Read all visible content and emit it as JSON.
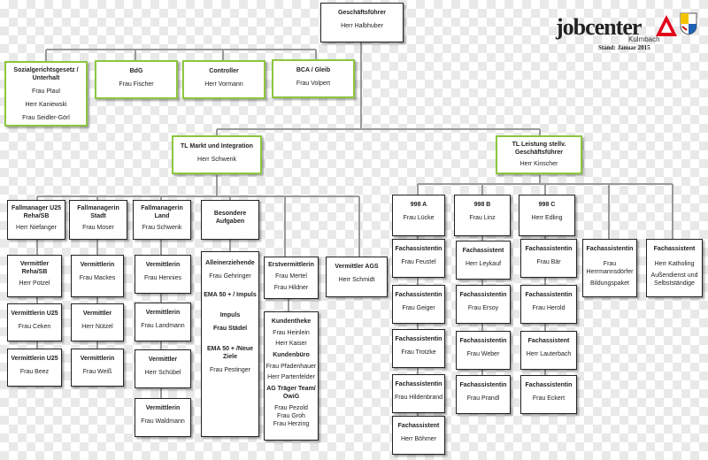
{
  "logo": {
    "brand": "jobcenter",
    "sub": "Kulmbach",
    "stand": "Stand: Januar 2015"
  },
  "top": {
    "title": "Geschäftsführer",
    "name": "Herr  Halbhuber"
  },
  "staff": [
    {
      "title": "Sozialgerichtsgesetz / Unterhalt",
      "names": [
        "Frau Plaul",
        "Herr Kaniewski",
        "Frau Seidler-Görl"
      ]
    },
    {
      "title": "BdG",
      "names": [
        "Frau Fischer"
      ]
    },
    {
      "title": "Controller",
      "names": [
        "Herr Vormann"
      ]
    },
    {
      "title": "BCA / Gleib",
      "names": [
        "Frau Volpert"
      ]
    }
  ],
  "tl_markt": {
    "title": "TL Markt und Integration",
    "name": "Herr Schwenk"
  },
  "tl_leistung": {
    "title": "TL Leistung stellv. Geschäftsführer",
    "name": "Herr Kinscher"
  },
  "markt_heads": [
    {
      "title": "Fallmanager U25 Reha/SB",
      "name": "Herr Niefanger"
    },
    {
      "title": "Fallmanagerin Stadt",
      "name": "Frau Moser"
    },
    {
      "title": "Fallmanagerin Land",
      "name": "Frau Schwenk"
    },
    {
      "title": "Besondere Aufgaben",
      "name": ""
    }
  ],
  "col1": [
    {
      "title": "Vermittler Reha/SB",
      "name": "Herr Potzel"
    },
    {
      "title": "Vermittlerin U25",
      "name": "Frau Ceken"
    },
    {
      "title": "Vermittlerin U25",
      "name": "Frau Beez"
    }
  ],
  "col2": [
    {
      "title": "Vermittlerin",
      "name": "Frau Mackes"
    },
    {
      "title": "Vermittler",
      "name": "Herr Nützel"
    },
    {
      "title": "Vermittlerin",
      "name": "Frau Weiß"
    }
  ],
  "col3": [
    {
      "title": "Vermittlerin",
      "name": "Frau Hennies"
    },
    {
      "title": "Vermittlerin",
      "name": "Frau Landmann"
    },
    {
      "title": "Vermittler",
      "name": "Herr Schübel"
    },
    {
      "title": "Vermittlerin",
      "name": "Frau Waldmann"
    }
  ],
  "besondere": {
    "lines": [
      {
        "text": "Alleinerziehende",
        "bold": true
      },
      {
        "text": "Frau Gehringer",
        "bold": false
      },
      {
        "text": "EMA 50 + / Impuls",
        "bold": true
      },
      {
        "text": "Impuls",
        "bold": true
      },
      {
        "text": "Frau Städel",
        "bold": true
      },
      {
        "text": "EMA 50 + /Neue Ziele",
        "bold": true
      },
      {
        "text": "Frau Pestinger",
        "bold": false
      }
    ]
  },
  "erst": {
    "title": "Erstvermittlerin",
    "names": [
      "Frau Mertel",
      "Frau Hildner"
    ]
  },
  "kunden": {
    "lines": [
      {
        "text": "Kundentheke",
        "bold": true
      },
      {
        "text": "Frau Heinlein",
        "bold": false
      },
      {
        "text": "Herr Kaiser",
        "bold": false
      },
      {
        "text": "Kundenbüro",
        "bold": true
      },
      {
        "text": "Frau Pfadenhauer",
        "bold": false
      },
      {
        "text": "Herr  Partenfelder",
        "bold": false
      },
      {
        "text": "AG Träger Team/ OwiG",
        "bold": true
      },
      {
        "text": "Frau  Pezold",
        "bold": false
      },
      {
        "text": "Frau  Groh",
        "bold": false
      },
      {
        "text": "Frau Herzing",
        "bold": false
      }
    ]
  },
  "ags": {
    "title": "Vermittler AGS",
    "name": "Herr Schmidt"
  },
  "teams": [
    {
      "title": "998 A",
      "name": "Frau Lücke"
    },
    {
      "title": "998 B",
      "name": "Frau Linz"
    },
    {
      "title": "998 C",
      "name": "Herr Edling"
    }
  ],
  "teamA": [
    {
      "title": "Fachassistentin",
      "name": "Frau Feustel"
    },
    {
      "title": "Fachassistentin",
      "name": "Frau Geiger"
    },
    {
      "title": "Fachassistentin",
      "name": "Frau Trotzke"
    },
    {
      "title": "Fachassistentin",
      "name": "Frau Hildenbrand"
    },
    {
      "title": "Fachassistent",
      "name": "Herr  Böhmer"
    }
  ],
  "teamB": [
    {
      "title": "Fachassistent",
      "name": "Herr Leykauf"
    },
    {
      "title": "Fachassistentin",
      "name": "Frau Ersoy"
    },
    {
      "title": "Fachassistentin",
      "name": "Frau Weber"
    },
    {
      "title": "Fachassistentin",
      "name": "Frau Prandl"
    }
  ],
  "teamC": [
    {
      "title": "Fachassistentin",
      "name": "Frau Bär"
    },
    {
      "title": "Fachassistentin",
      "name": "Frau Herold"
    },
    {
      "title": "Fachassistent",
      "name": "Herr Lauterbach"
    },
    {
      "title": "Fachassistentin",
      "name": "Frau Eckert"
    }
  ],
  "fach_wide": {
    "title": "Fachassistentin",
    "names": [
      "Frau Herrmannsdörfer",
      "Bildungspaket"
    ]
  },
  "fach_kath": {
    "title": "Fachassistent",
    "names": [
      "Herr Katholing",
      "Außendienst und Selbstständige"
    ]
  },
  "colors": {
    "accent": "#8dc63f",
    "connector": "#9a9a9a",
    "logo_red": "#e2001a"
  }
}
